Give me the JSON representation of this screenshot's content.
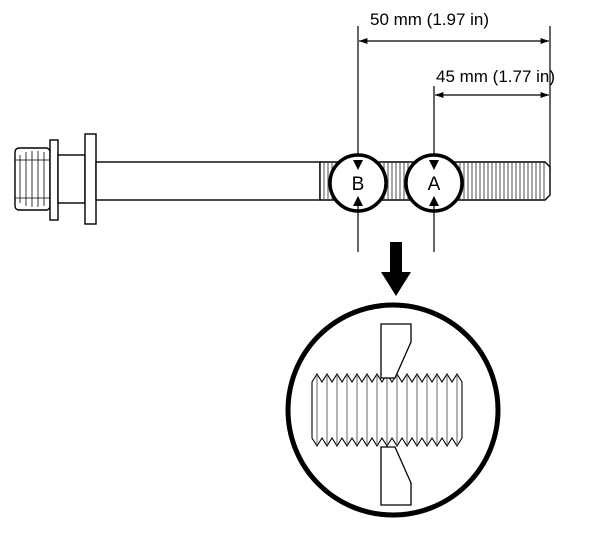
{
  "dimensions": {
    "outer": "50 mm (1.97 in)",
    "inner": "45 mm (1.77 in)"
  },
  "markers": {
    "a": "A",
    "b": "B"
  },
  "colors": {
    "line": "#000000",
    "background": "#ffffff"
  },
  "icons": {
    "arrow": "down-arrow-icon"
  }
}
